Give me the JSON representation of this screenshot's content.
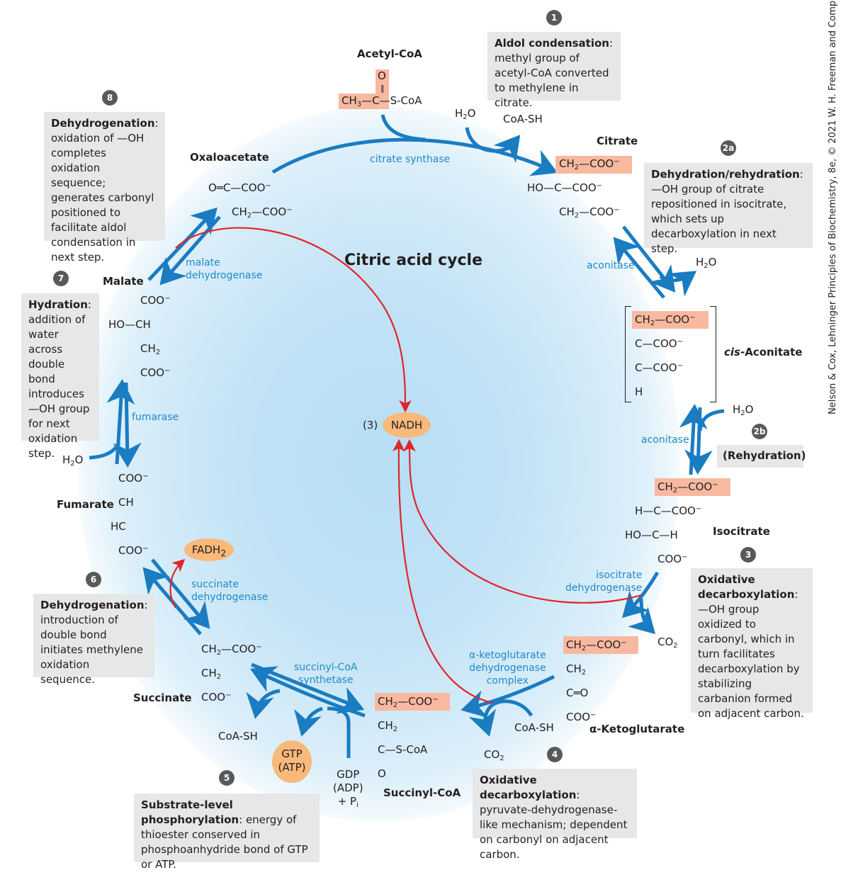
{
  "title": "Citric acid cycle",
  "credit": "Nelson & Cox, Lehninger Principles of Biochemistry, 8e, © 2021 W. H. Freeman and Company",
  "colors": {
    "arrow_blue": "#1a7cc1",
    "nadh_red": "#e0252c",
    "highlight": "#f8b9a0",
    "cofactor_oval": "#f9b97a",
    "note_bg": "#e6e7e8",
    "badge": "#58595b",
    "enzyme_text": "#1e8ac8"
  },
  "molecules": {
    "acetyl_coa": {
      "name": "Acetyl-CoA",
      "o": "O",
      "left": "CH3—C",
      "right": "—S-CoA"
    },
    "citrate": {
      "name": "Citrate",
      "l1": "CH2—COO−",
      "l2": "HO—C—COO−",
      "l3": "CH2—COO−"
    },
    "cis_aconitate": {
      "name_italic": "cis",
      "name_rest": "-Aconitate",
      "l1": "CH2—COO−",
      "l2": "C—COO−",
      "l3": "C—COO−",
      "l4": "H"
    },
    "isocitrate": {
      "name": "Isocitrate",
      "l1": "CH2—COO−",
      "l2": "H—C—COO−",
      "l3": "HO—C—H",
      "l4": "COO−"
    },
    "alpha_ketoglutarate": {
      "name": "α-Ketoglutarate",
      "l1": "CH2—COO−",
      "l2": "CH2",
      "l3": "C═O",
      "l4": "COO−"
    },
    "succinyl_coa": {
      "name": "Succinyl-CoA",
      "l1": "CH2—COO−",
      "l2": "CH2",
      "l3": "C—S-CoA",
      "l4": "O"
    },
    "succinate": {
      "name": "Succinate",
      "l1": "CH2—COO−",
      "l2": "CH2",
      "l3": "COO−"
    },
    "fumarate": {
      "name": "Fumarate",
      "l1": "COO−",
      "l2": "CH",
      "l3": "HC",
      "l4": "COO−"
    },
    "malate": {
      "name": "Malate",
      "l1": "COO−",
      "l2": "HO—CH",
      "l3": "CH2",
      "l4": "COO−"
    },
    "oxaloacetate": {
      "name": "Oxaloacetate",
      "l1": "O═C—COO−",
      "l2": "CH2—COO−"
    }
  },
  "enzymes": {
    "citrate_synthase": "citrate synthase",
    "aconitase_1": "aconitase",
    "aconitase_2": "aconitase",
    "isocitrate_dh": [
      "isocitrate",
      "dehydrogenase"
    ],
    "akg_dh": [
      "α-ketoglutarate",
      "dehydrogenase",
      "complex"
    ],
    "succinyl_coa_synthetase": [
      "succinyl-CoA",
      "synthetase"
    ],
    "succinate_dh": [
      "succinate",
      "dehydrogenase"
    ],
    "fumarase": "fumarase",
    "malate_dh": [
      "malate",
      "dehydrogenase"
    ]
  },
  "side_species": {
    "h2o_step1": "H2O",
    "coash_step1": "CoA-SH",
    "h2o_step2a": "H2O",
    "h2o_step2b": "H2O",
    "co2_step3": "CO2",
    "co2_step4": "CO2",
    "coash_step4": "CoA-SH",
    "coash_step5": "CoA-SH",
    "gdp": [
      "GDP",
      "(ADP)",
      "+ Pi"
    ],
    "h2o_step7": "H2O"
  },
  "cofactors": {
    "nadh": {
      "count": "(3)",
      "label": "NADH"
    },
    "fadh2": "FADH2",
    "gtp": [
      "GTP",
      "(ATP)"
    ]
  },
  "steps": [
    {
      "badge": "1",
      "heading": "Aldol condensation",
      "body": "methyl group of acetyl-CoA converted to methylene in citrate."
    },
    {
      "badge": "2a",
      "heading": "Dehydration/rehydration",
      "body": "—OH group of citrate repositioned in isocitrate, which sets up decarboxylation in next step."
    },
    {
      "badge": "2b",
      "heading": "(Rehydration)",
      "body": ""
    },
    {
      "badge": "3",
      "heading": "Oxidative decarboxylation",
      "body": "—OH group oxidized to carbonyl, which in turn facilitates decarboxylation by stabilizing carbanion formed on adjacent carbon."
    },
    {
      "badge": "4",
      "heading": "Oxidative decarboxylation",
      "body": "pyruvate-dehydrogenase-like mechanism; dependent on carbonyl on adjacent carbon."
    },
    {
      "badge": "5",
      "heading": "Substrate-level phosphorylation",
      "body": "energy of thioester conserved in phosphoanhydride bond of GTP or ATP."
    },
    {
      "badge": "6",
      "heading": "Dehydrogenation",
      "body": "introduction of double bond initiates methylene oxidation sequence."
    },
    {
      "badge": "7",
      "heading": "Hydration",
      "body": "addition of water across double bond introduces —OH group for next oxidation step."
    },
    {
      "badge": "8",
      "heading": "Dehydrogenation",
      "body": "oxidation of —OH completes oxidation sequence; generates carbonyl positioned to facilitate aldol condensation in next step."
    }
  ]
}
